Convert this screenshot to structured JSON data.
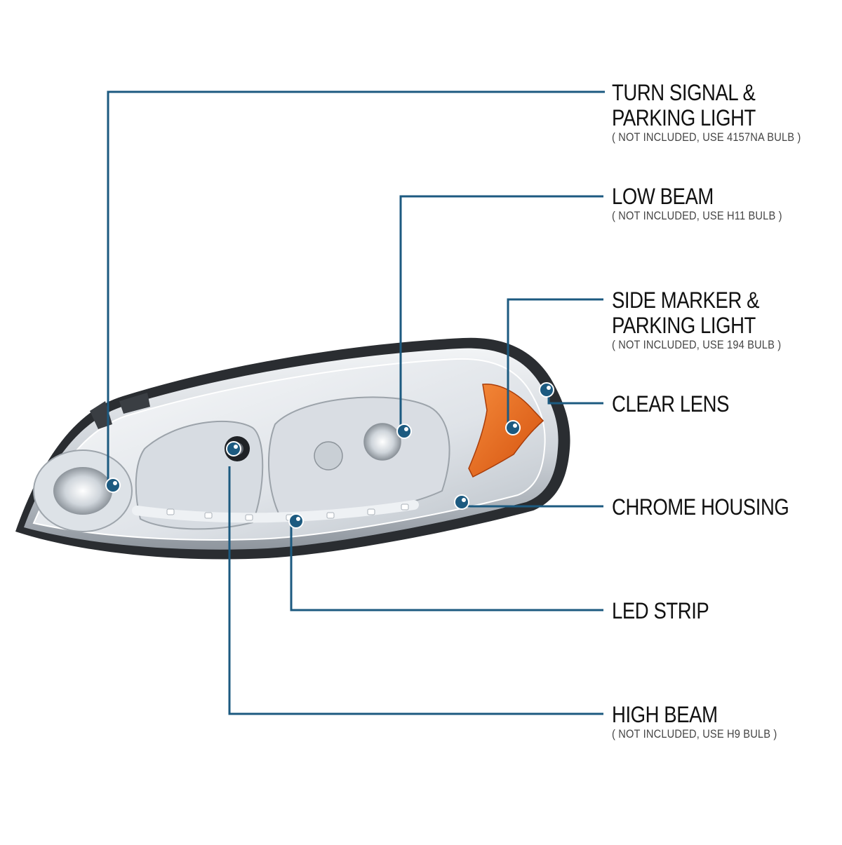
{
  "colors": {
    "callout_line": "#1c5a80",
    "marker_dot": "#1c5a80",
    "amber_reflector": "#e8661c",
    "chrome": "#c7ccd2",
    "text": "#111111"
  },
  "callouts": [
    {
      "id": "turn-signal",
      "title_lines": [
        "TURN SIGNAL &",
        "PARKING LIGHT"
      ],
      "note": "( NOT INCLUDED, USE  4157NA  BULB )"
    },
    {
      "id": "low-beam",
      "title_lines": [
        "LOW BEAM"
      ],
      "note": "( NOT INCLUDED, USE  H11  BULB )"
    },
    {
      "id": "side-marker",
      "title_lines": [
        "SIDE MARKER &",
        "PARKING LIGHT"
      ],
      "note": "( NOT INCLUDED, USE  194  BULB )"
    },
    {
      "id": "clear-lens",
      "title_lines": [
        "CLEAR LENS"
      ],
      "note": ""
    },
    {
      "id": "chrome-housing",
      "title_lines": [
        "CHROME HOUSING"
      ],
      "note": ""
    },
    {
      "id": "led-strip",
      "title_lines": [
        "LED STRIP"
      ],
      "note": ""
    },
    {
      "id": "high-beam",
      "title_lines": [
        "HIGH BEAM"
      ],
      "note": "( NOT INCLUDED, USE  H9  BULB )"
    }
  ]
}
